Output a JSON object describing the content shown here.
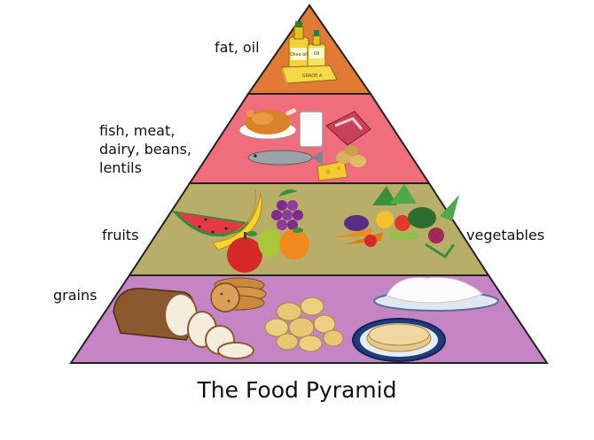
{
  "title": "The Food Pyramid",
  "tiers": [
    {
      "label": "fat, oil",
      "color": "#e07a34",
      "items": [
        "oil-bottles",
        "butter"
      ],
      "item_text": [
        "Olive oil",
        "Oil",
        "GRADE A"
      ]
    },
    {
      "label": "fish, meat,\ndairy, beans,\nlentils",
      "color": "#ef6d7c",
      "items": [
        "roast-chicken",
        "glass-of-milk",
        "raw-meat",
        "fish",
        "cheese",
        "beans"
      ]
    },
    {
      "label_left": "fruits",
      "label_right": "vegetables",
      "color": "#b8ae6a",
      "items": [
        "watermelon",
        "bananas",
        "grapes",
        "apple",
        "orange",
        "vegetable-bunch"
      ]
    },
    {
      "label": "grains",
      "color": "#c585c5",
      "items": [
        "bread-loaf",
        "cookies",
        "potatoes",
        "rice-plate",
        "flatbread-plate"
      ]
    }
  ]
}
